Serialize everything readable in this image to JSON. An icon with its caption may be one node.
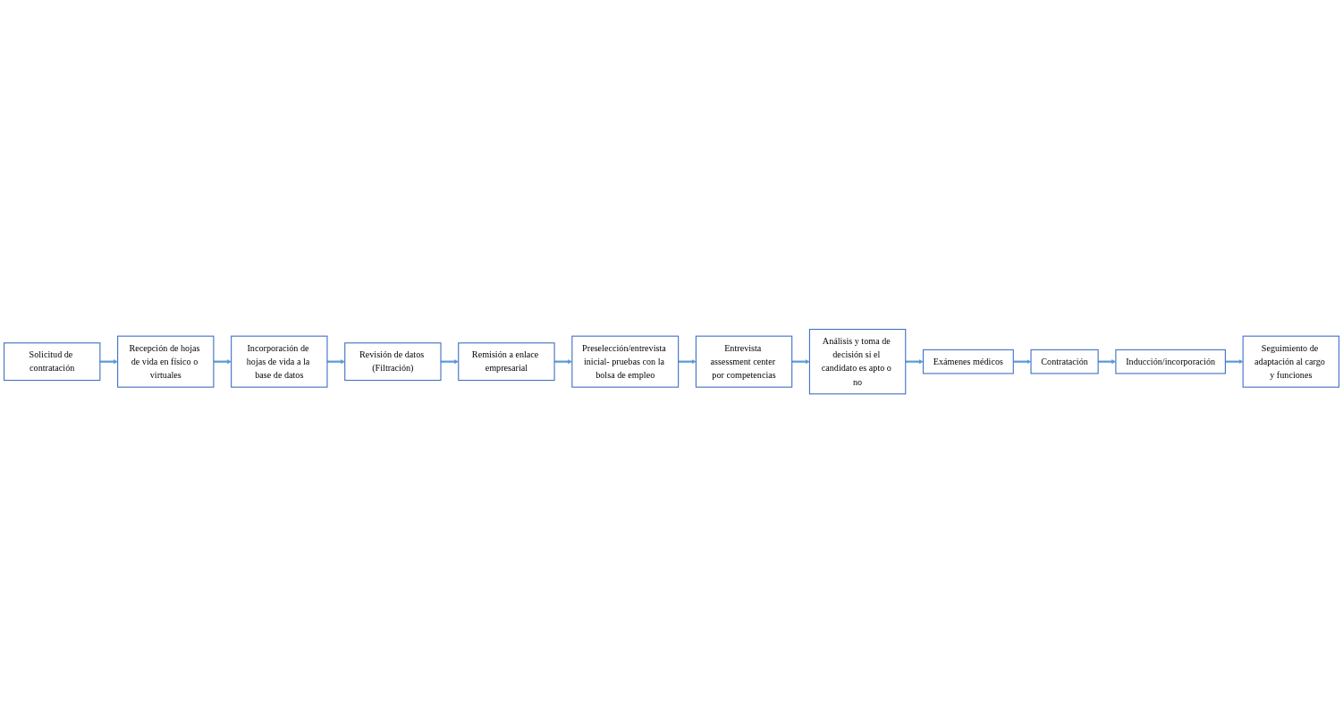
{
  "diagram": {
    "nodes": [
      {
        "text": [
          "Solicitud de contratación"
        ]
      },
      {
        "text": [
          "Recepción de hojas de vida en físico o virtuales"
        ]
      },
      {
        "text": [
          "Incorporación de hojas de vida a la base de datos"
        ]
      },
      {
        "text": [
          "Revisión de datos (Filtración)"
        ]
      },
      {
        "text": [
          "Remisión a enlace empresarial"
        ]
      },
      {
        "text": [
          "Preselección/entrevista inicial- pruebas con la bolsa de empleo"
        ]
      },
      {
        "text": [
          "Entrevista assessment center por competencias"
        ]
      },
      {
        "text": [
          "Análisis y toma de decisión si el candidato es apto o no"
        ]
      },
      {
        "text": [
          "Exámenes médicos"
        ]
      },
      {
        "text": [
          "Contratación"
        ]
      },
      {
        "text": [
          "Inducción/incorporación"
        ]
      },
      {
        "text": [
          "Seguimiento de adaptación al cargo y funciones"
        ]
      }
    ],
    "edges": [
      {
        "from": 0,
        "to": 1,
        "arrow": "to"
      },
      {
        "from": 1,
        "to": 2,
        "arrow": "to"
      },
      {
        "from": 2,
        "to": 3,
        "arrow": "to"
      },
      {
        "from": 3,
        "to": 4,
        "arrow": "to"
      },
      {
        "from": 4,
        "to": 5,
        "arrow": "to"
      },
      {
        "from": 5,
        "to": 6,
        "arrow": "to"
      },
      {
        "from": 6,
        "to": 7,
        "arrow": "to"
      },
      {
        "from": 7,
        "to": 8,
        "arrow": "to"
      },
      {
        "from": 8,
        "to": 9,
        "arrow": "to"
      },
      {
        "from": 9,
        "to": 10,
        "arrow": "to"
      },
      {
        "from": 10,
        "to": 11,
        "arrow": "to"
      }
    ]
  }
}
